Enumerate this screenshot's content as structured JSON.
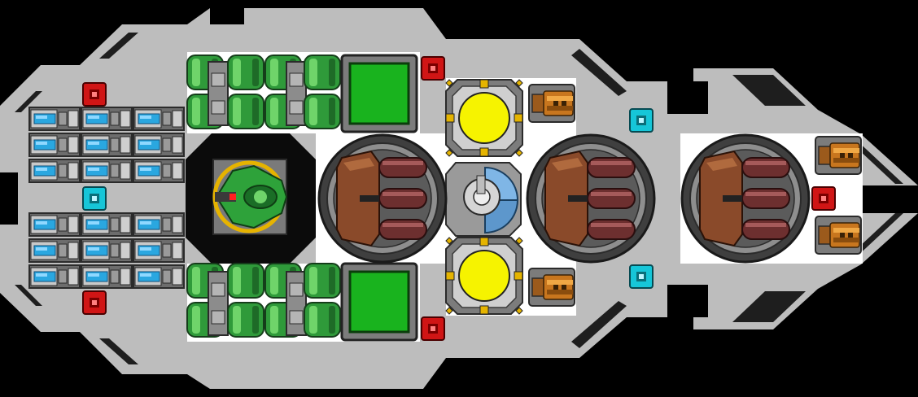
{
  "scene": {
    "title": "",
    "background": "#000000",
    "hull_color": "#bdbdbd",
    "deck_color": "#ffffff",
    "shadow_color": "#1e1e1e"
  },
  "colors": {
    "battery_accent": "#2aa7e0",
    "tank_green": "#2f9a3a",
    "screen_green": "#19b31e",
    "reactor_yellow": "#f6f300",
    "reactor_trim": "#e5b400",
    "turret_brown": "#8a4a2a",
    "barrel_maroon": "#6d2f2f",
    "shield_blue": "#7fb6e6",
    "cannon_orange": "#c8761e",
    "node_red": "#d01515",
    "node_cyan": "#16c6d8",
    "drone_green": "#2ea23a",
    "drone_ring": "#e6b300"
  },
  "modules": {
    "battery_banks": 2,
    "batteries_per_bank": 9,
    "fuel_tank_groups": 2,
    "control_screens": 2,
    "reactors": 2,
    "turrets": 3,
    "shield_generator": 1,
    "light_cannons": 4,
    "drone_bay": 1,
    "red_nodes": 5,
    "cyan_nodes": 3
  },
  "icons": {
    "battery": "battery-icon",
    "reactor": "reactor-icon",
    "turret": "turret-icon",
    "shield": "shield-icon",
    "cannon": "cannon-icon",
    "drone": "drone-icon",
    "node": "node-icon",
    "screen": "screen-icon"
  }
}
